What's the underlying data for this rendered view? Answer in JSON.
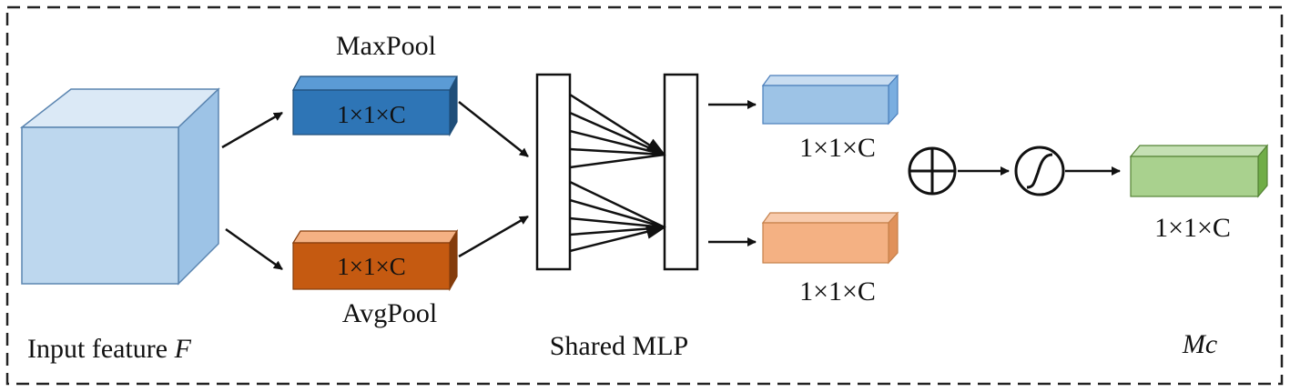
{
  "labels": {
    "input_feature_prefix": "Input feature ",
    "input_feature_var": "F",
    "maxpool": "MaxPool",
    "avgpool": "AvgPool",
    "maxpool_dim": "1×1×C",
    "avgpool_dim": "1×1×C",
    "shared_mlp": "Shared MLP",
    "max_out_dim": "1×1×C",
    "avg_out_dim": "1×1×C",
    "mc_dim": "1×1×C",
    "mc": "Mc"
  },
  "icons": {
    "add": "circled-plus-icon",
    "sigmoid": "sigmoid-icon"
  },
  "colors": {
    "input_front": "#bdd7ee",
    "input_top": "#dbe9f6",
    "input_side": "#9dc3e6",
    "maxpool_front": "#2e75b6",
    "maxpool_top": "#5b9bd5",
    "maxpool_side": "#1f4e79",
    "avgpool_front": "#c55a11",
    "avgpool_top": "#f4b183",
    "avgpool_side": "#843c0c",
    "max_out_front": "#9dc3e6",
    "max_out_top": "#c9ddf1",
    "max_out_side": "#7aaee0",
    "avg_out_front": "#f4b183",
    "avg_out_top": "#f8cbad",
    "avg_out_side": "#e0915a",
    "mc_front": "#a9d18e",
    "mc_top": "#c5e0b4",
    "mc_side": "#70ad47",
    "stroke": "#111111"
  }
}
